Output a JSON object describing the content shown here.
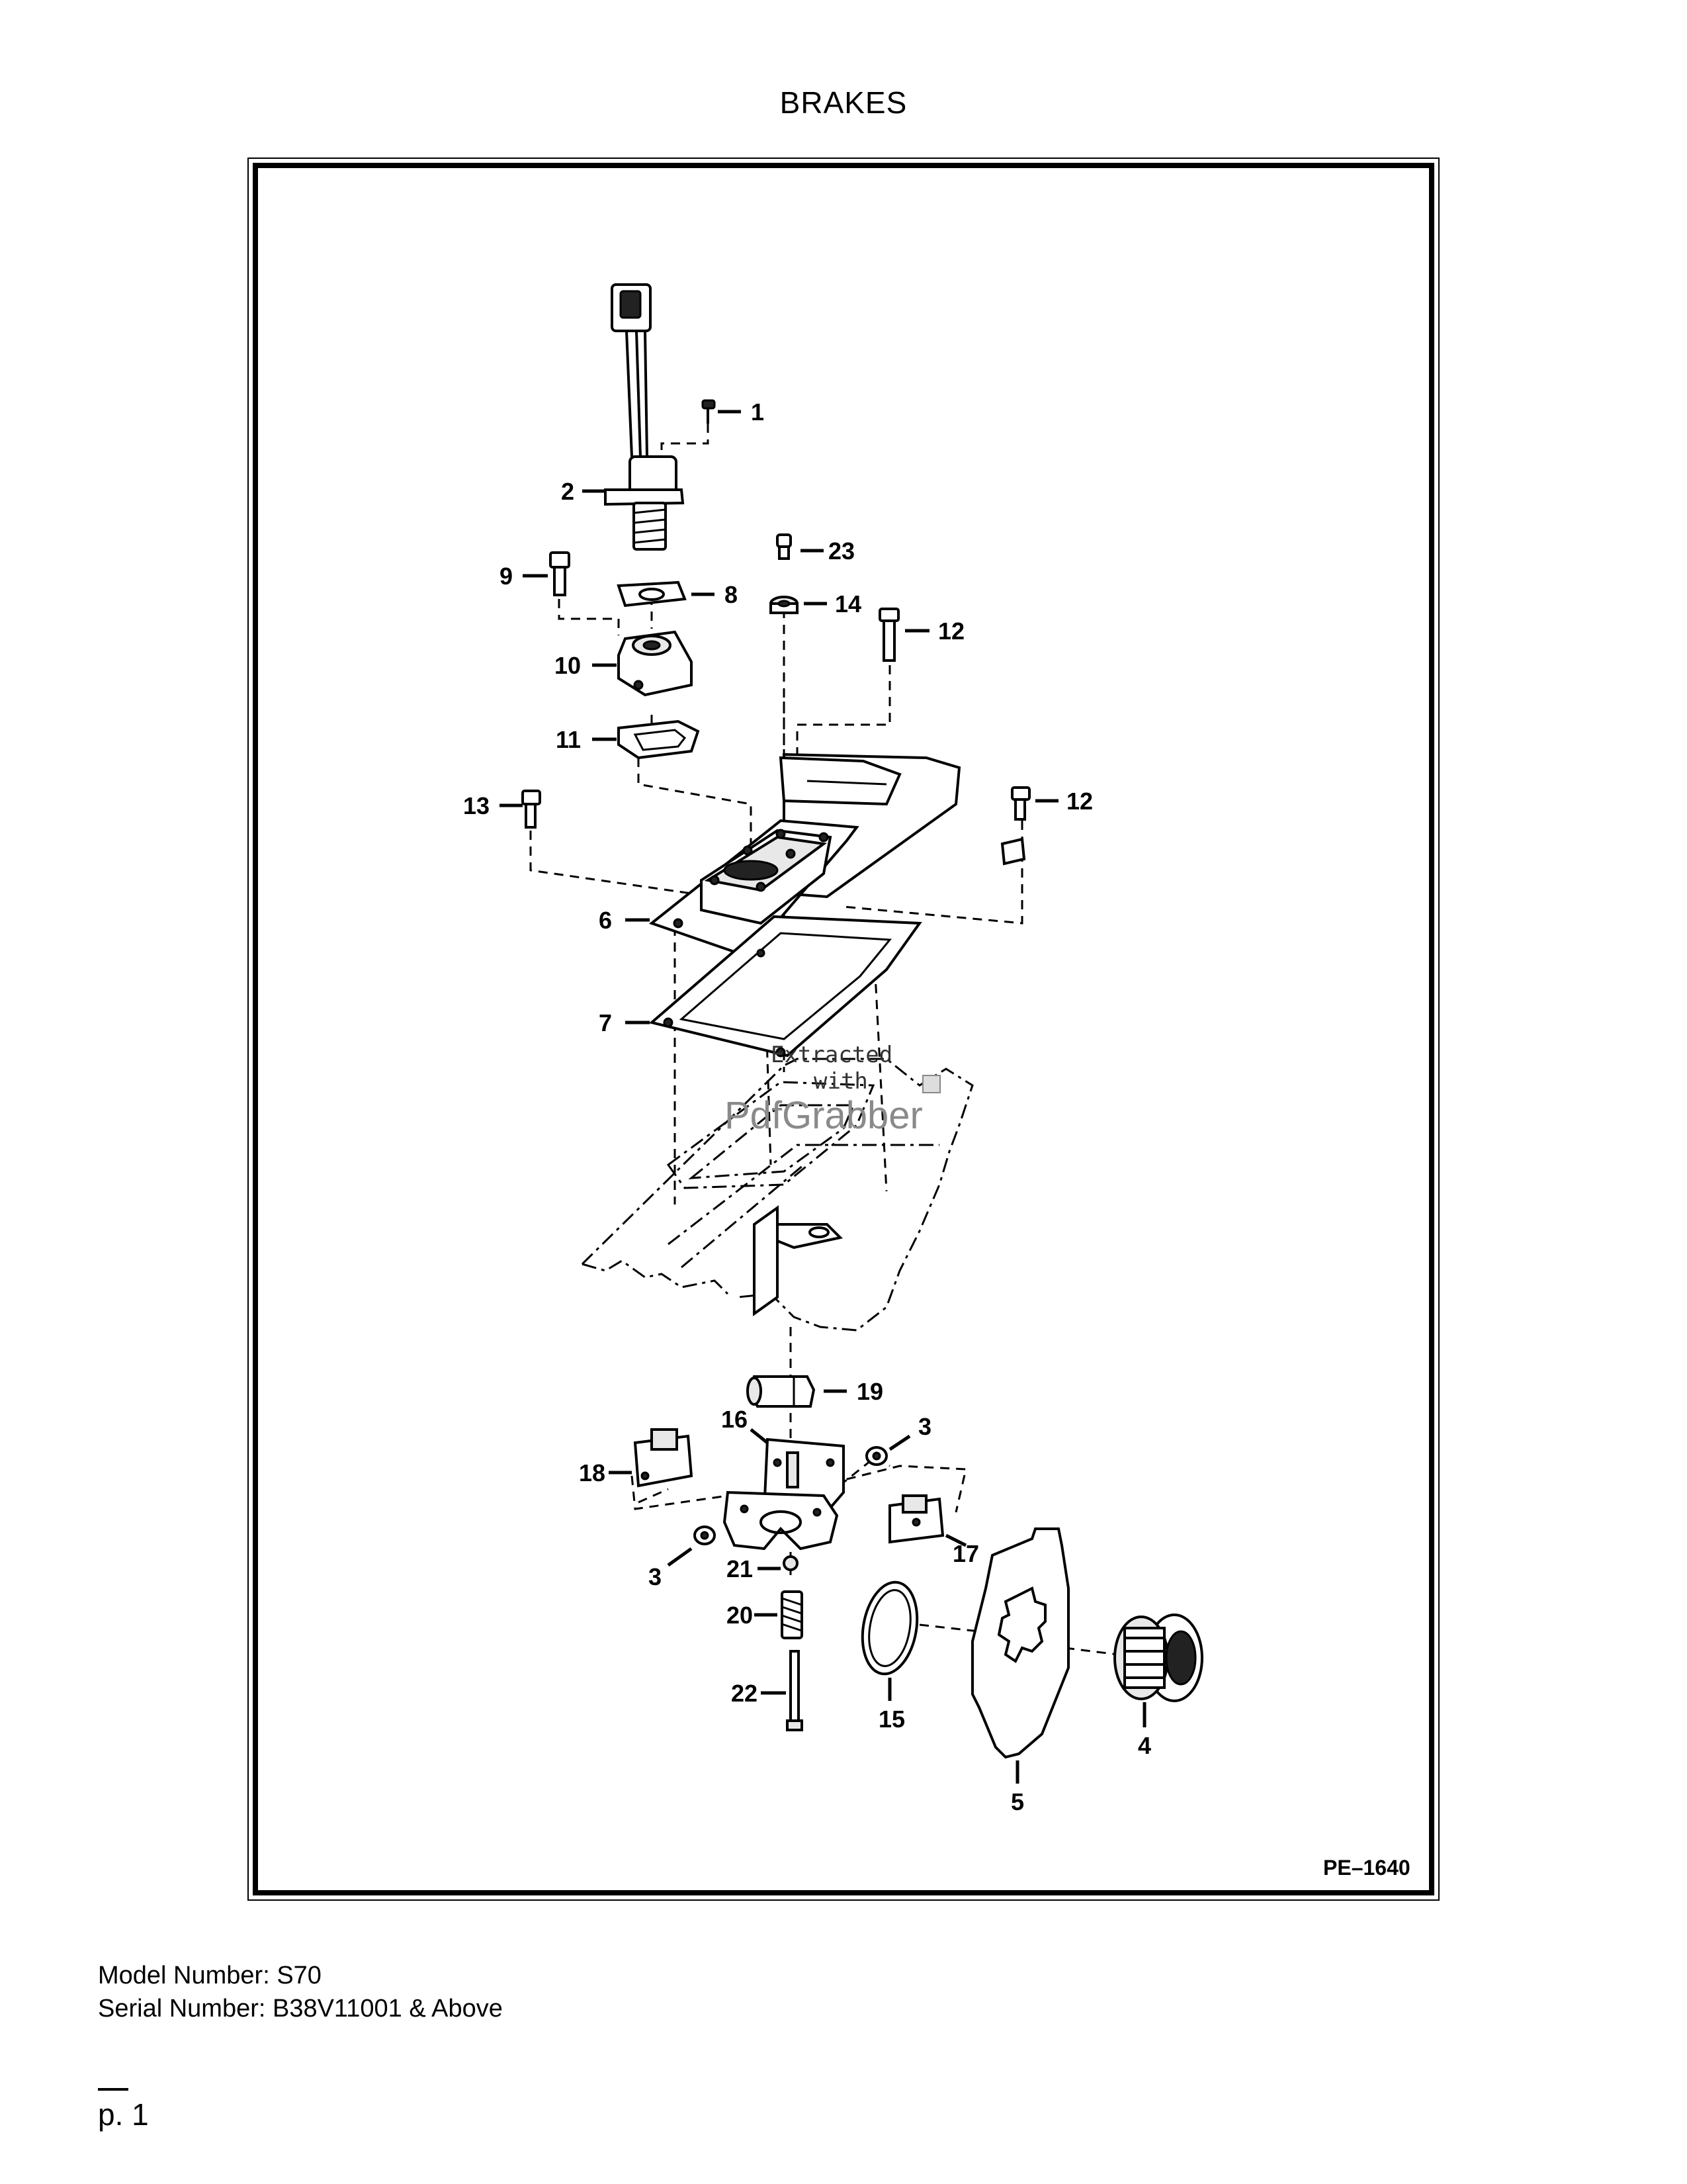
{
  "page": {
    "title": "BRAKES",
    "figure_code": "PE–1640",
    "model_line": "Model Number: S70",
    "serial_line": "Serial Number: B38V11001 & Above",
    "page_number": "p. 1"
  },
  "watermark": {
    "line1": "Extracted",
    "line2": "with",
    "line3": "PdfGrabber"
  },
  "callouts": [
    "1",
    "2",
    "23",
    "9",
    "8",
    "14",
    "12",
    "10",
    "11",
    "12",
    "13",
    "6",
    "7",
    "19",
    "3",
    "16",
    "18",
    "17",
    "3",
    "21",
    "20",
    "15",
    "22",
    "4",
    "5"
  ]
}
